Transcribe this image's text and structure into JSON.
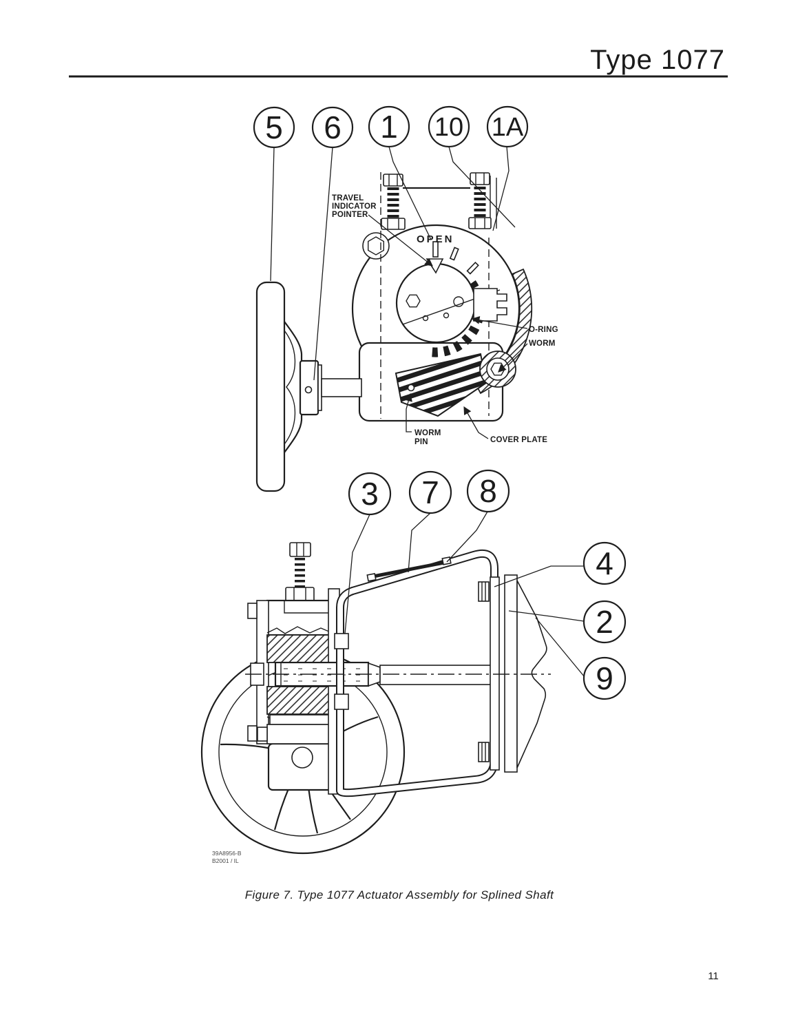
{
  "page": {
    "header_title": "Type 1077",
    "page_number": "11",
    "caption": "Figure 7. Type 1077 Actuator Assembly for Splined Shaft",
    "drawing_number_line1": "39A8956-B",
    "drawing_number_line2": "B2001 / IL"
  },
  "figure_top": {
    "callouts": [
      {
        "label": "5"
      },
      {
        "label": "6"
      },
      {
        "label": "1"
      },
      {
        "label": "10"
      },
      {
        "label": "1A"
      }
    ],
    "labels": {
      "travel_indicator_line1": "TRAVEL",
      "travel_indicator_line2": "INDICATOR",
      "travel_indicator_line3": "POINTER",
      "open": "OPEN",
      "o_ring": "O-RING",
      "worm": "WORM",
      "worm_pin_line1": "WORM",
      "worm_pin_line2": "PIN",
      "cover_plate": "COVER PLATE"
    }
  },
  "figure_bottom": {
    "callouts": [
      {
        "label": "3"
      },
      {
        "label": "7"
      },
      {
        "label": "8"
      },
      {
        "label": "4"
      },
      {
        "label": "2"
      },
      {
        "label": "9"
      }
    ]
  }
}
